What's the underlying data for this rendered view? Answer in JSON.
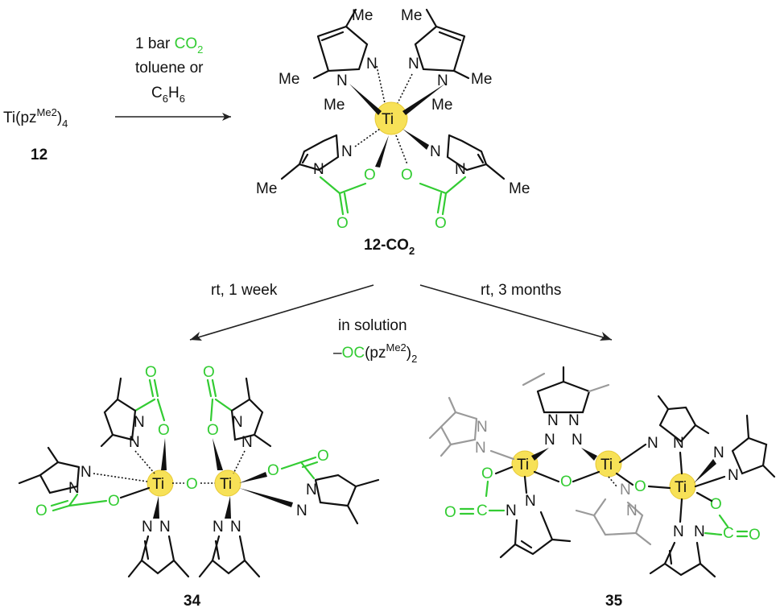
{
  "reaction": {
    "reactant": {
      "formula_base": "Ti(pz",
      "formula_sup": "Me2",
      "formula_tail": ")",
      "formula_sub": "4",
      "label": "12"
    },
    "conditions_top": {
      "line1_prefix": "1 bar ",
      "line1_green": "CO",
      "line1_green_sub": "2",
      "line2": "toluene or",
      "line3_c": "C",
      "line3_c_sub": "6",
      "line3_h": "H",
      "line3_h_sub": "6"
    },
    "product1": {
      "label_main": "12-CO",
      "label_sub": "2"
    },
    "branch_left": {
      "condition": "rt, 1 week",
      "label": "34"
    },
    "branch_right": {
      "condition": "rt, 3 months",
      "label": "35"
    },
    "middle_conditions": {
      "line1": "in solution",
      "line2_dash": "–",
      "line2_green": "OC",
      "line2_base": "(pz",
      "line2_sup": "Me2",
      "line2_tail": ")",
      "line2_sub": "2"
    }
  },
  "atoms": {
    "ti": "Ti",
    "n": "N",
    "o": "O",
    "c": "C",
    "me": "Me"
  },
  "colors": {
    "co2_green": "#33cc33",
    "ti_highlight": "#f7de45",
    "bond_black": "#111111",
    "ghost_gray": "#9a9a9a"
  }
}
